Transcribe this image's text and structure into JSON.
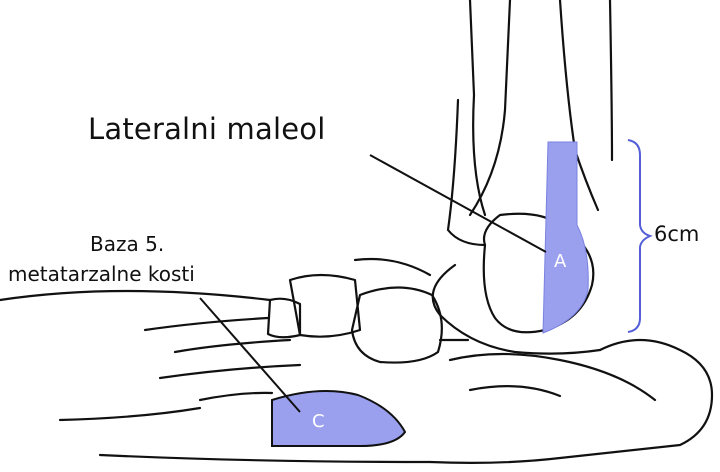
{
  "labels": {
    "lateral_malleolus": "Lateralni maleol",
    "base_fifth_line1": "Baza 5.",
    "base_fifth_line2": "metatarzalne kosti",
    "measurement": "6cm"
  },
  "regions": [
    {
      "letter": "A"
    },
    {
      "letter": "C"
    }
  ],
  "colors": {
    "highlight": "#9aa0ee",
    "bracket": "#5560d8",
    "outline": "#111111",
    "region_text": "#ffffff"
  }
}
